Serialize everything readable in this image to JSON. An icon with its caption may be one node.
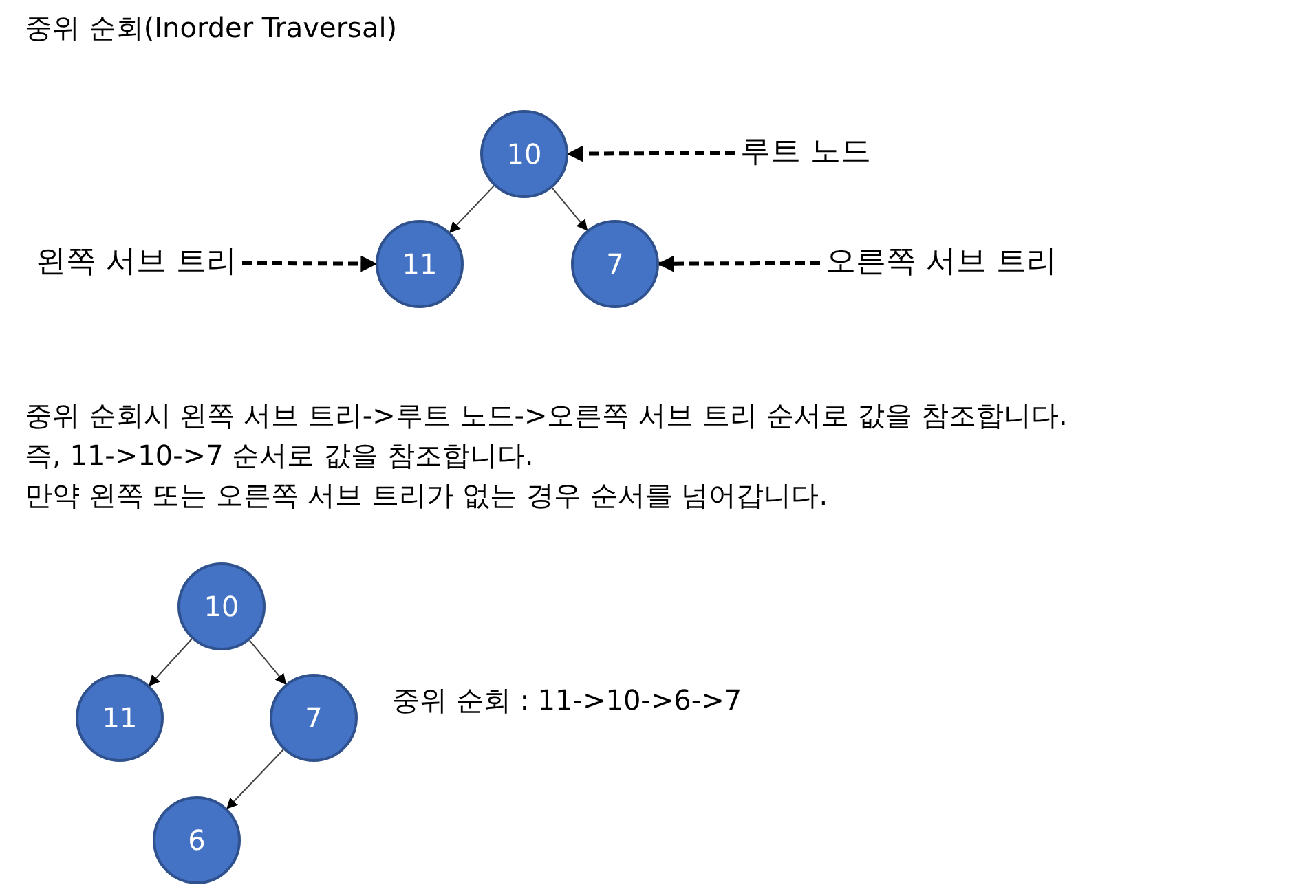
{
  "diagram": {
    "title": "중위 순회(Inorder Traversal)",
    "nodes": [
      {
        "text": [
          "10"
        ]
      },
      {
        "text": [
          "11"
        ]
      },
      {
        "text": [
          "7"
        ]
      },
      {
        "text": [
          "루트 노드"
        ]
      },
      {
        "text": [
          "왼쪽 서브 트리"
        ]
      },
      {
        "text": [
          "오른쪽 서브 트리"
        ]
      },
      {
        "text": [
          "10"
        ]
      },
      {
        "text": [
          "11"
        ]
      },
      {
        "text": [
          "7"
        ]
      },
      {
        "text": [
          "6"
        ]
      }
    ],
    "edges": [
      {
        "from": 0,
        "to": 1,
        "arrow": "to"
      },
      {
        "from": 0,
        "to": 2,
        "arrow": "to"
      },
      {
        "from": 3,
        "to": 0,
        "arrow": "to",
        "style": "dashed"
      },
      {
        "from": 4,
        "to": 1,
        "arrow": "to",
        "style": "dashed"
      },
      {
        "from": 5,
        "to": 2,
        "arrow": "to",
        "style": "dashed"
      },
      {
        "from": 6,
        "to": 7,
        "arrow": "to"
      },
      {
        "from": 6,
        "to": 8,
        "arrow": "to"
      },
      {
        "from": 8,
        "to": 9,
        "arrow": "to"
      }
    ],
    "labels": [
      "중위 순회시 왼쪽 서브 트리->루트 노드->오른쪽 서브 트리 순서로 값을 참조합니다.",
      "즉, 11->10->7 순서로 값을 참조합니다.",
      "만약 왼쪽 또는 오른쪽 서브 트리가 없는 경우 순서를 넘어갑니다.",
      "중위 순회 : 11->10->6->7"
    ]
  }
}
